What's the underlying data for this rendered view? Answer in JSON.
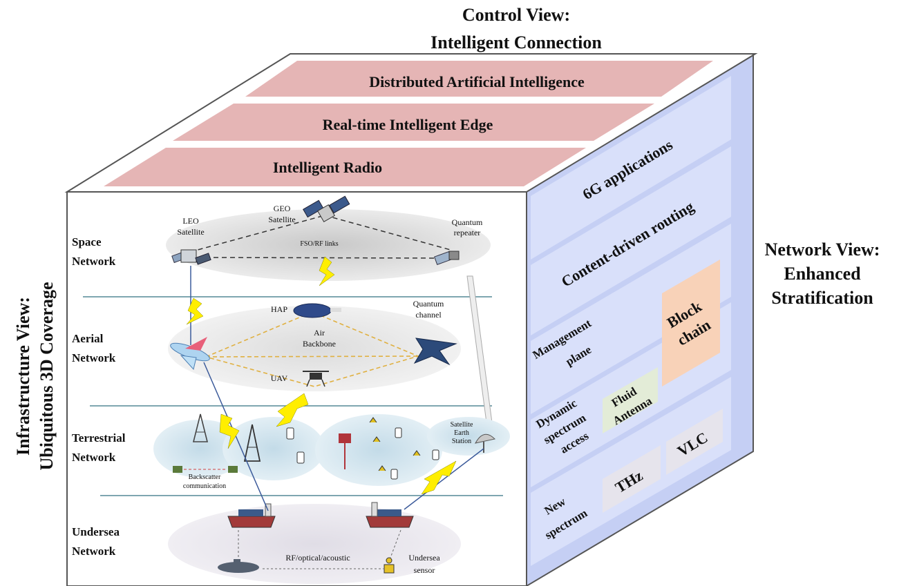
{
  "control_view": {
    "line1": "Control View:",
    "line2": "Intelligent Connection"
  },
  "network_view": {
    "line1": "Network View:",
    "line2": "Enhanced",
    "line3": "Stratification"
  },
  "infrastructure_view": {
    "line1": "Infrastructure View:",
    "line2": "Ubiquitous 3D Coverage"
  },
  "top_layers": [
    "Distributed Artificial Intelligence",
    "Real-time Intelligent Edge",
    "Intelligent Radio"
  ],
  "side_layers": {
    "applications": "6G applications",
    "routing": "Content-driven routing",
    "management_1": "Management",
    "management_2": "plane",
    "blockchain_1": "Block",
    "blockchain_2": "chain",
    "dsa_1": "Dynamic",
    "dsa_2": "spectrum",
    "dsa_3": "access",
    "fluid_1": "Fluid",
    "fluid_2": "Antenna",
    "new_1": "New",
    "new_2": "spectrum",
    "thz": "THz",
    "vlc": "VLC"
  },
  "networks": {
    "space_1": "Space",
    "space_2": "Network",
    "aerial_1": "Aerial",
    "aerial_2": "Network",
    "terrestrial_1": "Terrestrial",
    "terrestrial_2": "Network",
    "undersea_1": "Undersea",
    "undersea_2": "Network"
  },
  "labels": {
    "leo_1": "LEO",
    "leo_2": "Satellite",
    "geo_1": "GEO",
    "geo_2": "Satellite",
    "fso": "FSO/RF links",
    "qrep_1": "Quantum",
    "qrep_2": "repeater",
    "hap": "HAP",
    "qchan_1": "Quantum",
    "qchan_2": "channel",
    "air_1": "Air",
    "air_2": "Backbone",
    "uav": "UAV",
    "backscatter_1": "Backscatter",
    "backscatter_2": "communication",
    "ses_1": "Satellite",
    "ses_2": "Earth",
    "ses_3": "Station",
    "rfo": "RF/optical/acoustic",
    "usensor_1": "Undersea",
    "usensor_2": "sensor"
  },
  "colors": {
    "top_layer": "#e5b5b5",
    "side_face": "#c5cff4",
    "side_band": "#d9e0fa",
    "blockchain": "#f8d2b8",
    "fluid_antenna": "#e3ecd7",
    "spectrum_box": "#e6e4ec",
    "ellipse": "#d9d9d9",
    "terrestrial_ellipse": "#cfe3ee",
    "lightning": "#ffee00"
  }
}
